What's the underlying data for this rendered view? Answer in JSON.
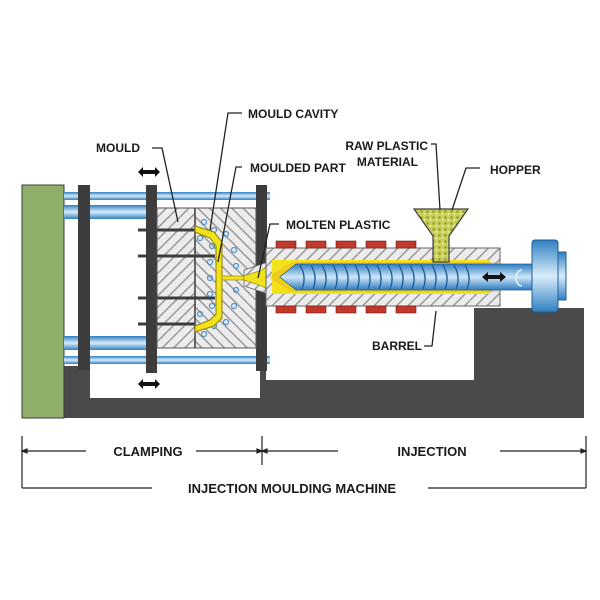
{
  "title": "INJECTION MOULDING MACHINE",
  "labels": {
    "mould": "MOULD",
    "mould_cavity": "MOULD CAVITY",
    "moulded_part": "MOULDED PART",
    "raw_plastic_line1": "RAW PLASTIC",
    "raw_plastic_line2": "MATERIAL",
    "hopper": "HOPPER",
    "molten_plastic": "MOLTEN PLASTIC",
    "barrel": "BARREL"
  },
  "sections": {
    "clamping": "CLAMPING",
    "injection": "INJECTION",
    "machine": "INJECTION MOULDING MACHINE"
  },
  "icons": {
    "movement": "double-arrow-icon",
    "rotation": "rotation-arrow-icon"
  },
  "colors": {
    "frame": "#3d3d3d",
    "base": "#4a4a4a",
    "end_plate": "#8fae6a",
    "tie_bar": "#4a9fd8",
    "molten": "#f2e21a",
    "heater": "#c0392b",
    "hatch": "#9a9a9a",
    "granules": "#b7c24a",
    "screw": "#5aa6dc"
  }
}
